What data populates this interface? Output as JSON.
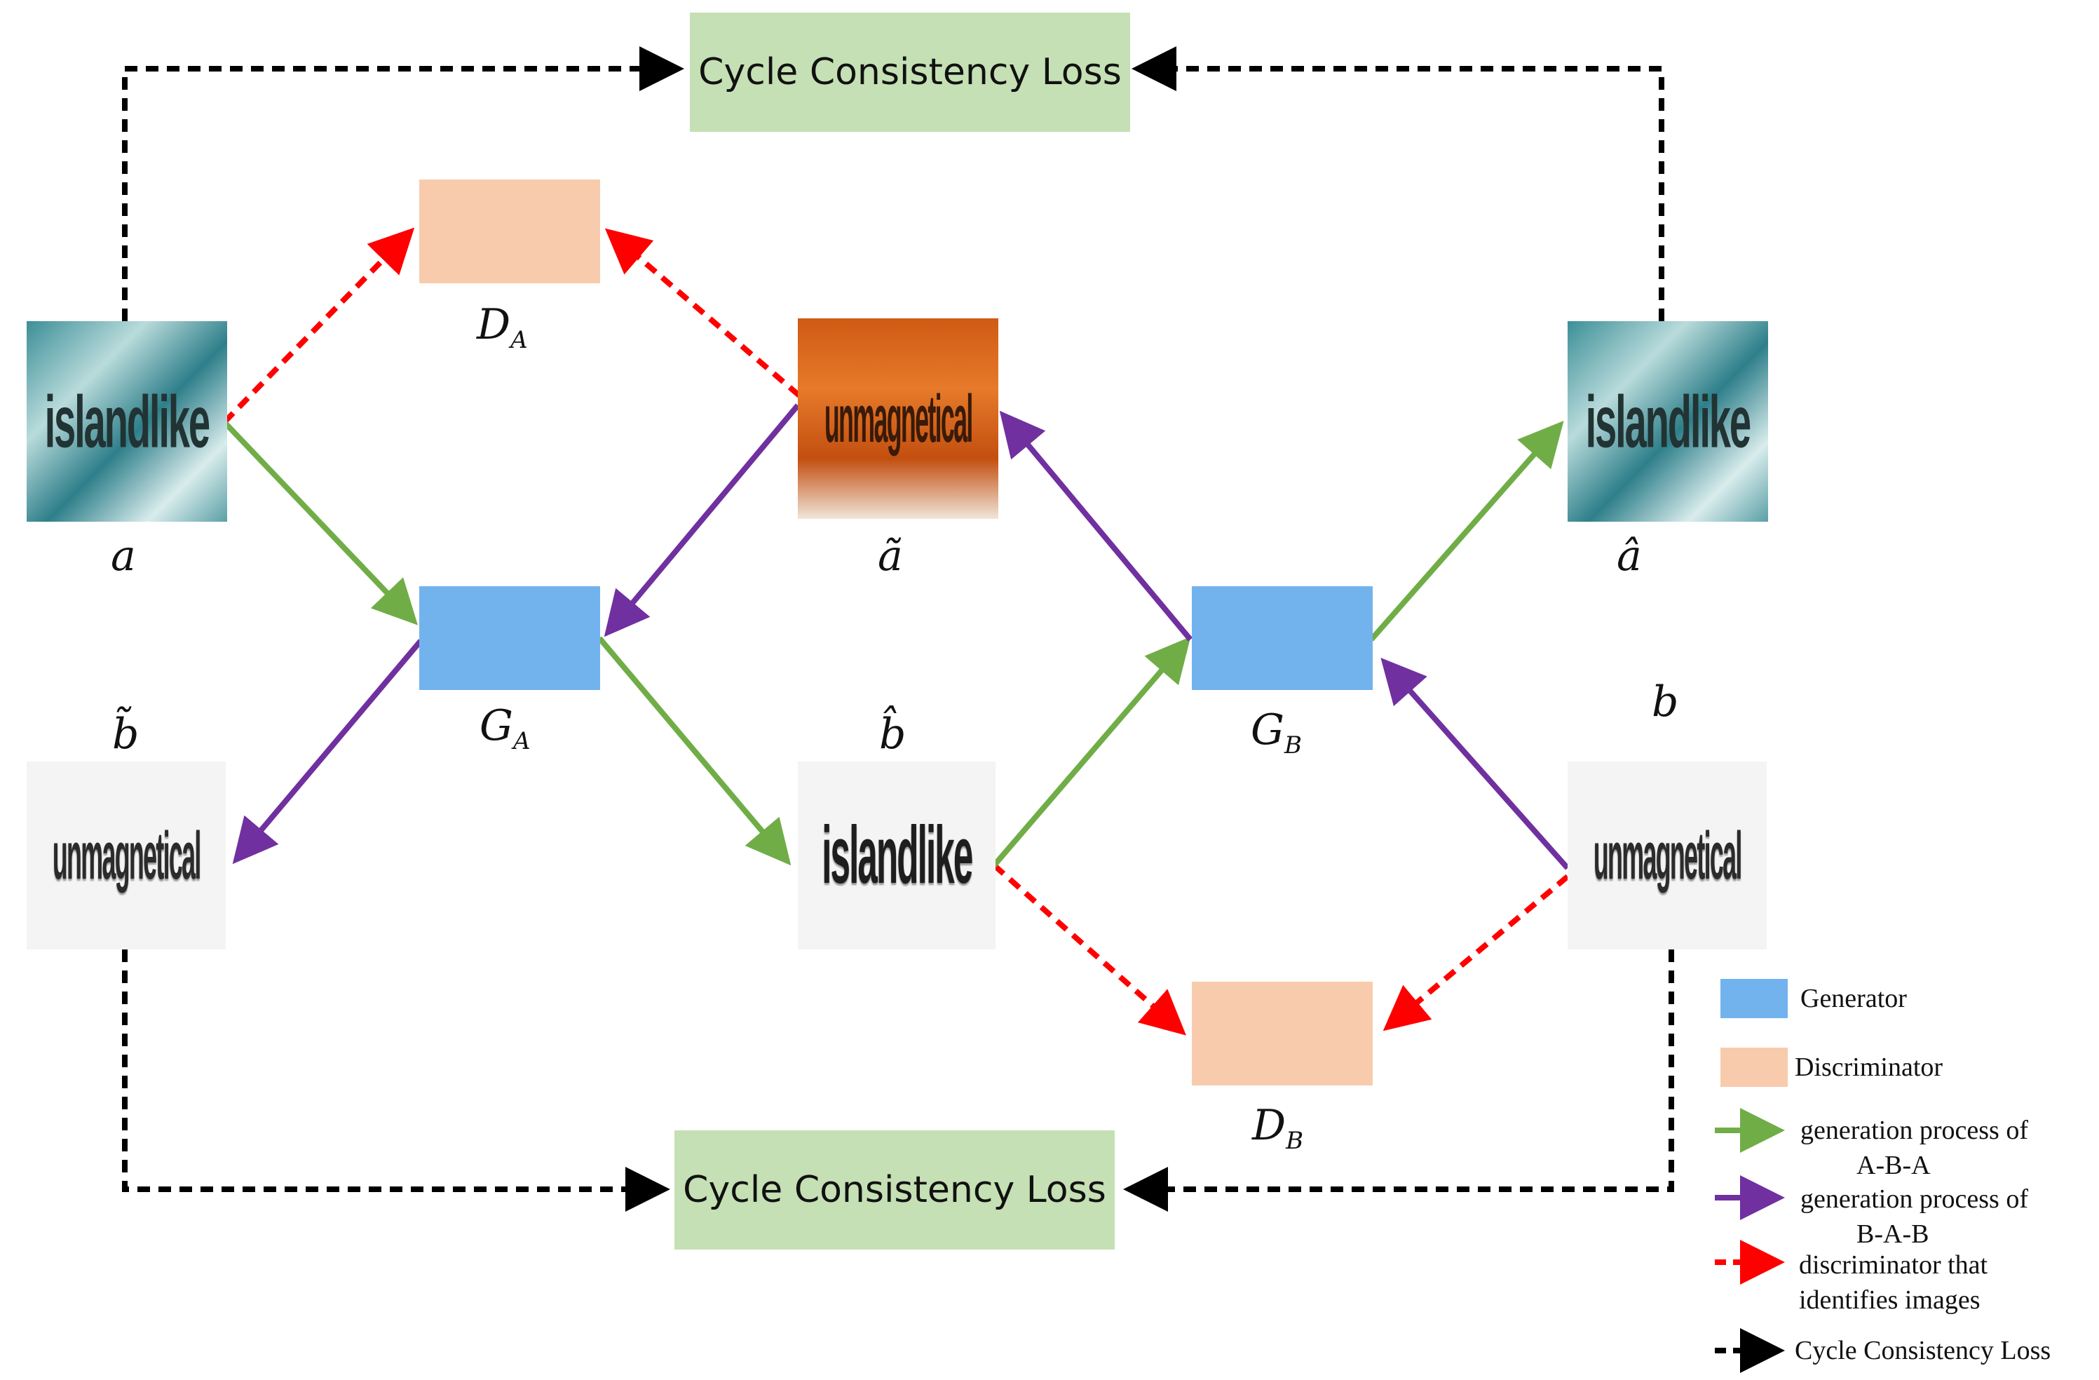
{
  "loss_top": "Cycle Consistency Loss",
  "loss_bottom": "Cycle Consistency Loss",
  "labels": {
    "d_a_main": "D",
    "d_a_sub": "A",
    "g_a_main": "G",
    "g_a_sub": "A",
    "g_b_main": "G",
    "g_b_sub": "B",
    "d_b_main": "D",
    "d_b_sub": "B",
    "a": "a",
    "a_tilde": "ã",
    "a_hat": "â",
    "b": "b",
    "b_tilde": "b̃",
    "b_hat": "b̂"
  },
  "images": {
    "a_word": "islandlike",
    "a_tilde_word": "unmagnetical",
    "a_hat_word": "islandlike",
    "b_tilde_word": "unmagnetical",
    "b_hat_word": "islandlike",
    "b_word": "unmagnetical"
  },
  "legend": {
    "generator": "Generator",
    "discriminator": "Discriminator",
    "green_line1": "generation process of",
    "green_line2": "A-B-A",
    "purple_line1": "generation process of",
    "purple_line2": "B-A-B",
    "red_line1": "discriminator that",
    "red_line2": "identifies images",
    "black": "Cycle Consistency Loss"
  },
  "colors": {
    "generator": "#72b3ee",
    "discriminator": "#f8cbad",
    "loss_box": "#c5e0b4",
    "green_arrow": "#70ad47",
    "purple_arrow": "#7030a0",
    "red_arrow": "#ff0000",
    "black_arrow": "#000000"
  }
}
